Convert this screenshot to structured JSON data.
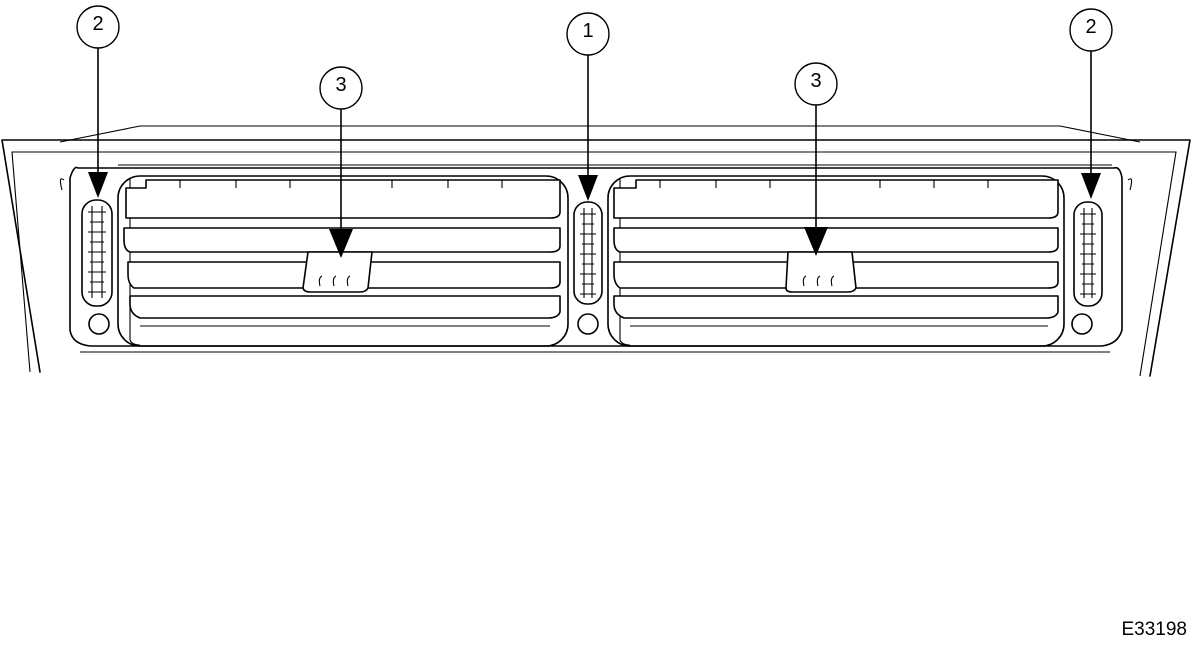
{
  "figure": {
    "reference_code": "E33198"
  },
  "callouts": [
    {
      "id": "callout-2-left",
      "label": "2"
    },
    {
      "id": "callout-3-left",
      "label": "3"
    },
    {
      "id": "callout-1-center",
      "label": "1"
    },
    {
      "id": "callout-3-right",
      "label": "3"
    },
    {
      "id": "callout-2-right",
      "label": "2"
    }
  ]
}
